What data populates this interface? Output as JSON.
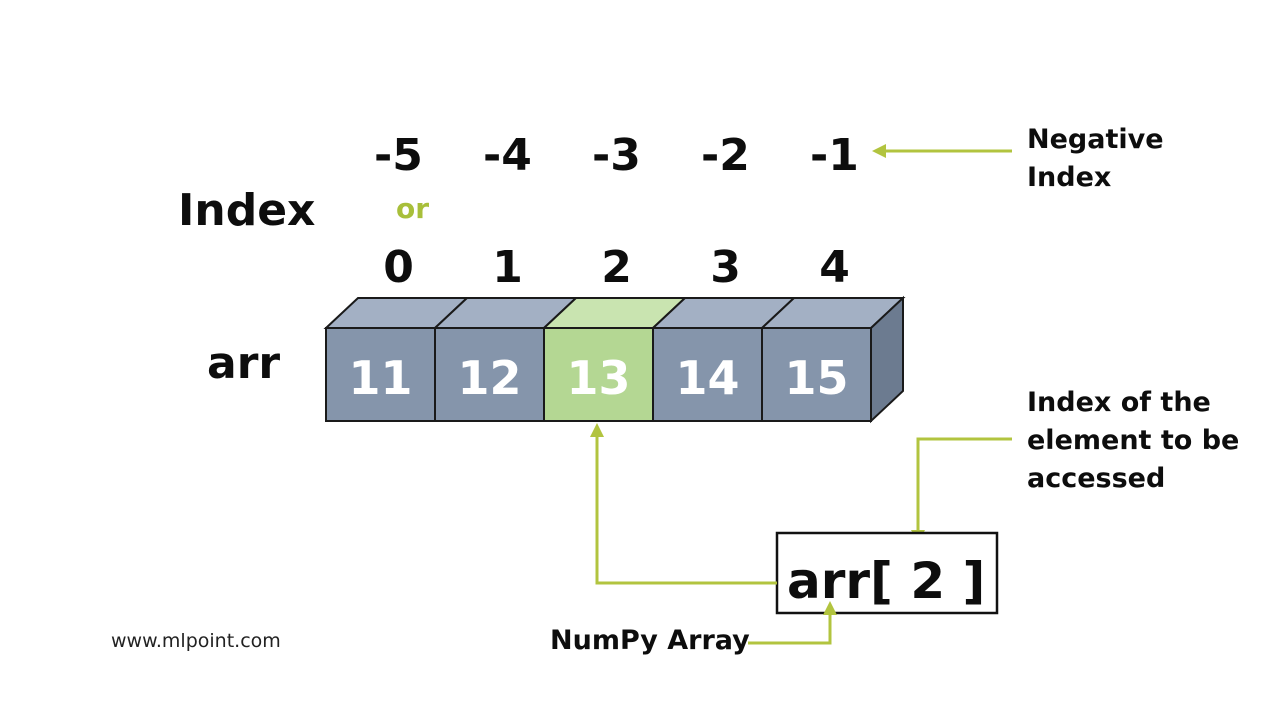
{
  "diagram": {
    "index_label": "Index",
    "or_label": "or",
    "array_label": "arr",
    "negative_indices": [
      "-5",
      "-4",
      "-3",
      "-2",
      "-1"
    ],
    "positive_indices": [
      "0",
      "1",
      "2",
      "3",
      "4"
    ],
    "values": [
      "11",
      "12",
      "13",
      "14",
      "15"
    ],
    "highlighted_index": 2,
    "negative_index_note": [
      "Negative",
      "Index"
    ],
    "access_note": [
      "Index of the",
      "element to be",
      "accessed"
    ],
    "code_expression": "arr[ 2 ]",
    "numpy_label": "NumPy Array",
    "website": "www.mlpoint.com",
    "colors": {
      "cell_front": "#8595ab",
      "cell_top": "#a3b0c4",
      "cell_side": "#6c7b90",
      "highlight_front": "#b4d793",
      "highlight_top": "#c9e4b0",
      "arrow": "#b2c43f",
      "or_text": "#a8bf3a"
    }
  }
}
